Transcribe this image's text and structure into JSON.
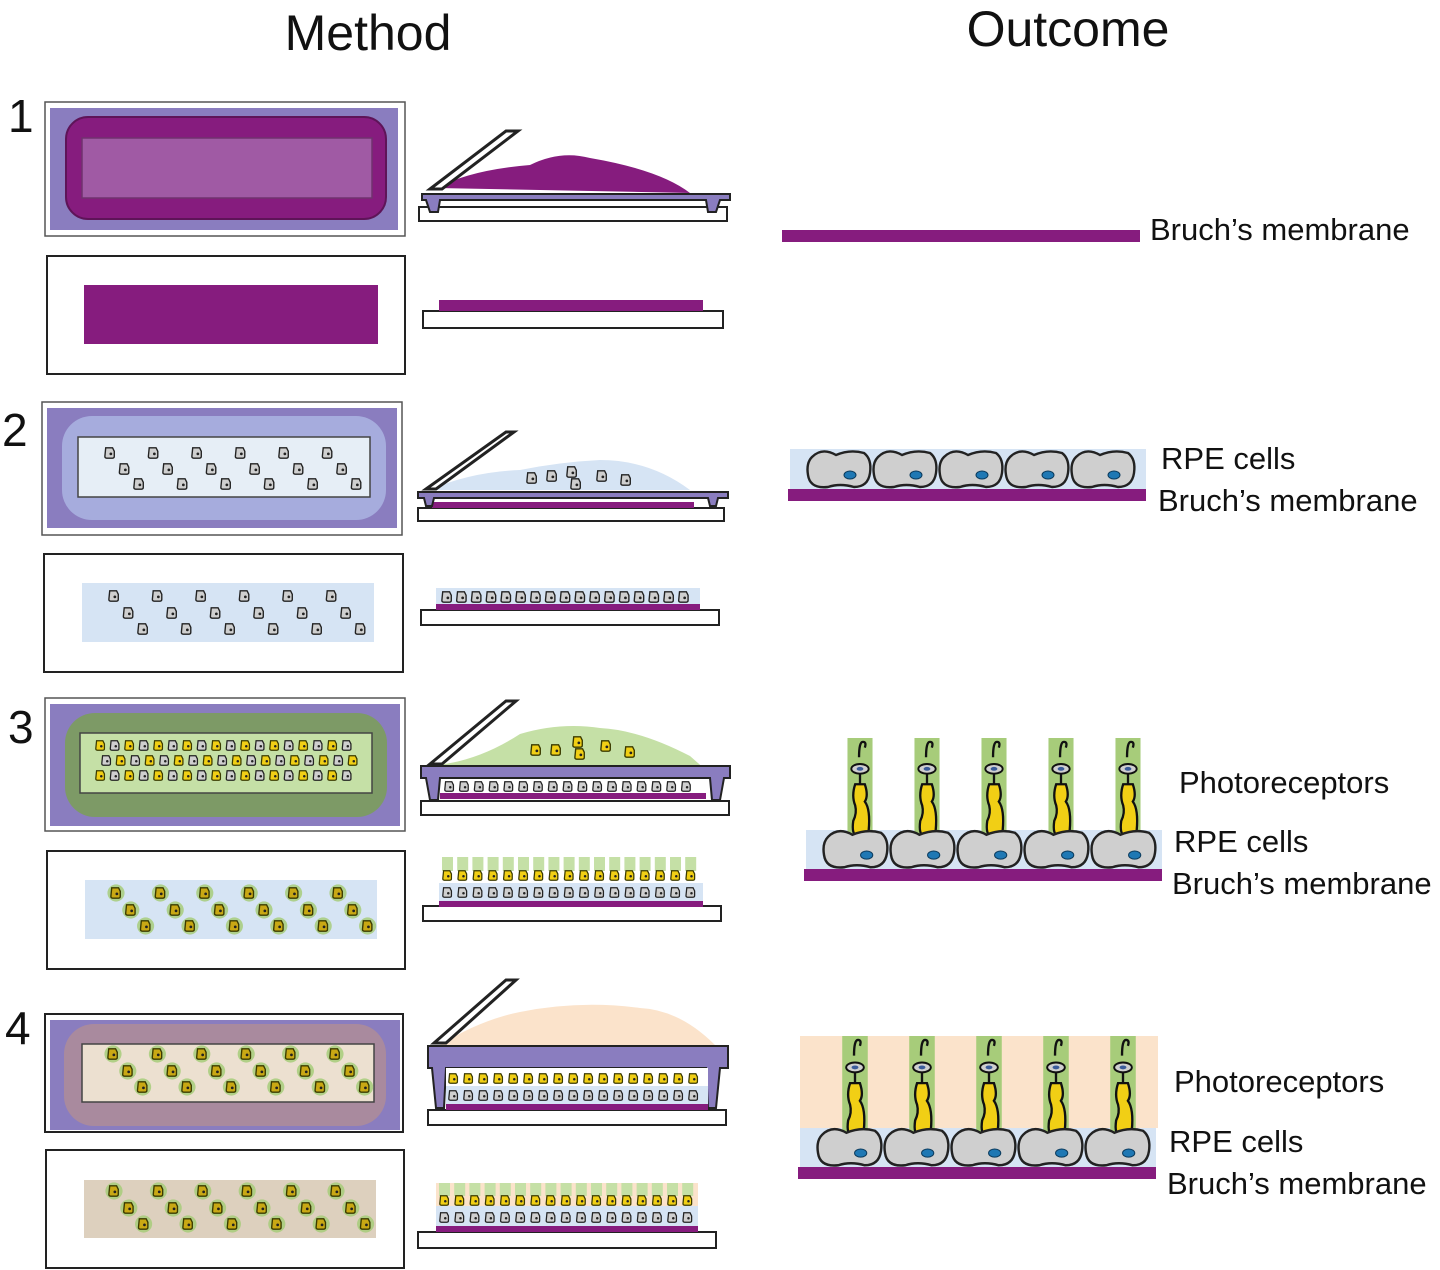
{
  "headers": {
    "method": "Method",
    "outcome": "Outcome"
  },
  "steps": [
    {
      "number": "1",
      "labels": [
        "Bruch’s membrane"
      ]
    },
    {
      "number": "2",
      "labels": [
        "RPE cells",
        "Bruch’s membrane"
      ]
    },
    {
      "number": "3",
      "labels": [
        "Photoreceptors",
        "RPE cells",
        "Bruch’s membrane"
      ]
    },
    {
      "number": "4",
      "labels": [
        "Photoreceptors",
        "RPE cells",
        "Bruch’s membrane"
      ]
    }
  ],
  "colors": {
    "bruch": "#7d1c78",
    "plate": "#8a7dbf",
    "rpe_media": "#d6e4f4",
    "photo_media": "#c5e0a6",
    "final_media": "#fbe3cb",
    "cell_gray": "#cfcfcf",
    "nucleus": "#1f78b4",
    "photoreceptor": "#f1cf15",
    "rod": "#a7cc7a"
  }
}
